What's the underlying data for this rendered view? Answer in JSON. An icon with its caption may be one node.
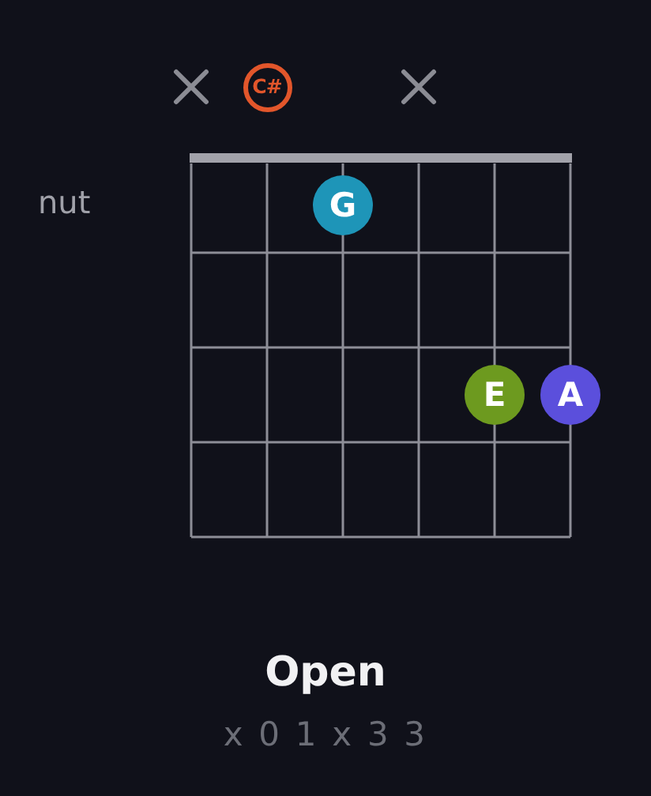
{
  "diagram": {
    "title": "Open",
    "nodes": [
      {
        "text": [],
        "shape": "cross"
      },
      {
        "text": [
          "C#"
        ]
      },
      {
        "text": [],
        "shape": "cross"
      },
      {
        "text": [
          "G"
        ]
      },
      {
        "text": [
          "E"
        ]
      },
      {
        "text": [
          "A"
        ]
      }
    ],
    "labels": [
      "nut",
      "x 0 1 x 3 3"
    ]
  }
}
